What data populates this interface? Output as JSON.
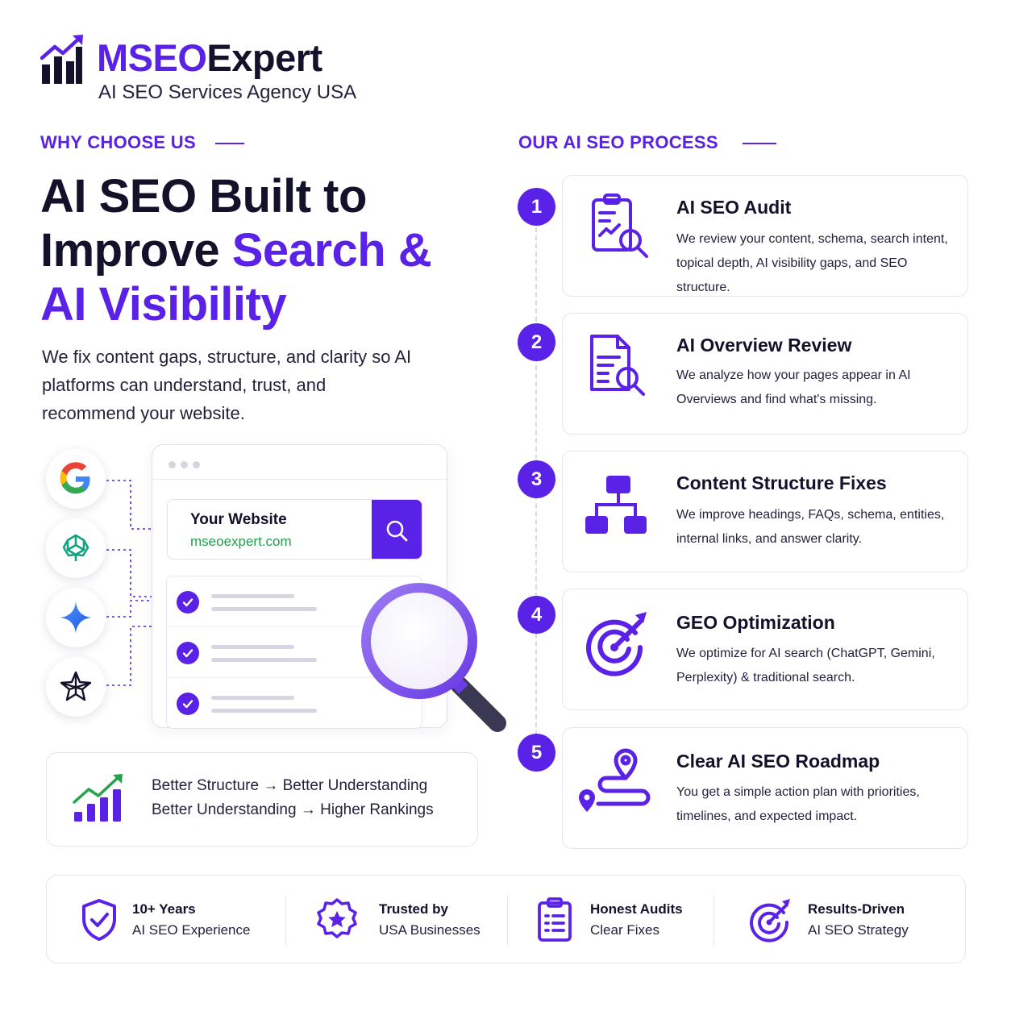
{
  "brand": {
    "name_part1": "MSEO",
    "name_part2": "Expert",
    "tagline": "AI SEO Services Agency USA"
  },
  "why": {
    "eyebrow": "WHY CHOOSE US",
    "headline_line1": "AI SEO Built to",
    "headline_line2a": "Improve ",
    "headline_line2b": "Search &",
    "headline_line3": "AI Visibility",
    "lede": "We fix content gaps, structure, and clarity so AI platforms can understand, trust, and recommend your website."
  },
  "platforms": [
    {
      "icon": "google-icon"
    },
    {
      "icon": "chatgpt-icon"
    },
    {
      "icon": "gemini-icon"
    },
    {
      "icon": "perplexity-icon"
    }
  ],
  "browser": {
    "site_title": "Your Website",
    "site_url": "mseoexpert.com"
  },
  "benefit": {
    "line1_a": "Better Structure",
    "line1_b": "Better Understanding",
    "line2_a": "Better Understanding",
    "line2_b": "Higher Rankings",
    "arrow": "→"
  },
  "process": {
    "eyebrow": "OUR AI SEO PROCESS",
    "steps": [
      {
        "num": "1",
        "title": "AI SEO Audit",
        "desc": "We review your content, schema, search intent, topical depth, AI visibility gaps, and SEO structure.",
        "icon": "audit-clipboard-icon"
      },
      {
        "num": "2",
        "title": "AI Overview Review",
        "desc": "We analyze how your pages appear in AI Overviews and find what's missing.",
        "icon": "document-search-icon"
      },
      {
        "num": "3",
        "title": "Content Structure Fixes",
        "desc": "We improve headings, FAQs, schema, entities, internal links, and answer clarity.",
        "icon": "sitemap-icon"
      },
      {
        "num": "4",
        "title": "GEO Optimization",
        "desc": "We optimize for AI search (ChatGPT, Gemini, Perplexity) & traditional search.",
        "icon": "target-icon"
      },
      {
        "num": "5",
        "title": "Clear AI SEO Roadmap",
        "desc": "You get a simple action plan with priorities, timelines, and expected impact.",
        "icon": "route-map-icon"
      }
    ]
  },
  "trust": [
    {
      "line1": "10+ Years",
      "line2": "AI SEO Experience",
      "icon": "shield-check-icon"
    },
    {
      "line1": "Trusted by",
      "line2": "USA Businesses",
      "icon": "star-badge-icon"
    },
    {
      "line1": "Honest Audits",
      "line2": "Clear Fixes",
      "icon": "checklist-icon"
    },
    {
      "line1": "Results-Driven",
      "line2": "AI SEO Strategy",
      "icon": "target-arrow-icon"
    }
  ],
  "colors": {
    "accent": "#5a22e6",
    "text": "#14112b",
    "success": "#20a04a"
  }
}
